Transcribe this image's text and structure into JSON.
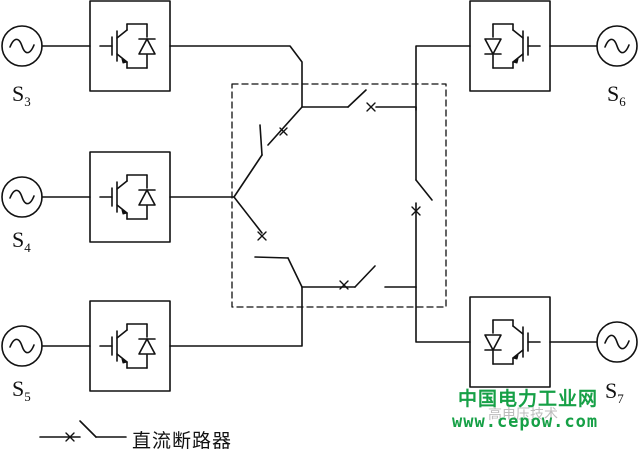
{
  "sources": [
    {
      "base": "S",
      "sub": "3"
    },
    {
      "base": "S",
      "sub": "4"
    },
    {
      "base": "S",
      "sub": "5"
    },
    {
      "base": "S",
      "sub": "6"
    },
    {
      "base": "S",
      "sub": "7"
    }
  ],
  "legend": {
    "label": "直流断路器"
  },
  "watermark": {
    "line1": "中国电力工业网",
    "line2": "高电压技术",
    "line3": "www.cepow.com"
  },
  "colors": {
    "line": "#111111",
    "watermark_green": "#16a046",
    "watermark_gray": "#bdbdbd"
  }
}
